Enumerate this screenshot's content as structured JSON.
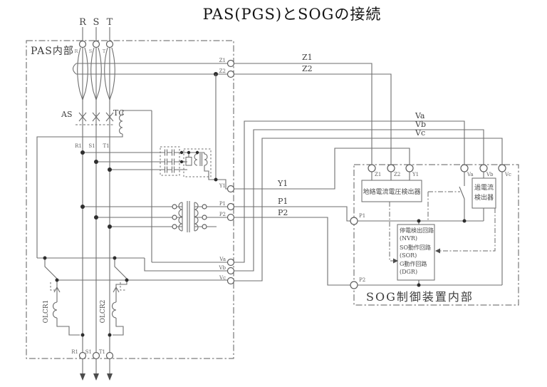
{
  "title": "PAS(PGS)とSOGの接続",
  "pas": {
    "label": "PAS内部",
    "phase_top": [
      "R",
      "S",
      "T"
    ],
    "phase_top_small": [
      "R",
      "S",
      "T"
    ],
    "bus_labels": [
      "R1",
      "S1",
      "T1"
    ],
    "bottom_labels": [
      "R1",
      "S1",
      "T1"
    ],
    "as_label": "AS",
    "tc_label": "TC",
    "olcr": [
      "OLCR1",
      "OLCR2"
    ],
    "terminals": {
      "z1": "Z1",
      "z2": "Z2",
      "y1": "Y1",
      "p1": "P1",
      "p2": "P2",
      "va": "Va",
      "vb": "Vb",
      "vc": "Vc"
    }
  },
  "wire_labels": {
    "z1": "Z1",
    "z2": "Z2",
    "y1": "Y1",
    "p1": "P1",
    "p2": "P2",
    "va": "Va",
    "vb": "Vb",
    "vc": "Vc"
  },
  "sog": {
    "label": "SOG制御装置内部",
    "terminals": [
      "Z1",
      "Z2",
      "Y1",
      "Va",
      "Vb",
      "Vc"
    ],
    "p1": "P1",
    "p2": "P2",
    "ground_detector": "地絡電流電圧検出器",
    "overcurrent": [
      "過電流",
      "検出器"
    ],
    "control": [
      "停電検出回路",
      "(NVR)",
      "SO動作回路",
      "(SOR)",
      "G動作回路",
      "(DGR)"
    ]
  },
  "colors": {
    "line": "#6e6e6e",
    "text": "#474747",
    "border": "#5e5e5e",
    "background": "#ffffff"
  }
}
